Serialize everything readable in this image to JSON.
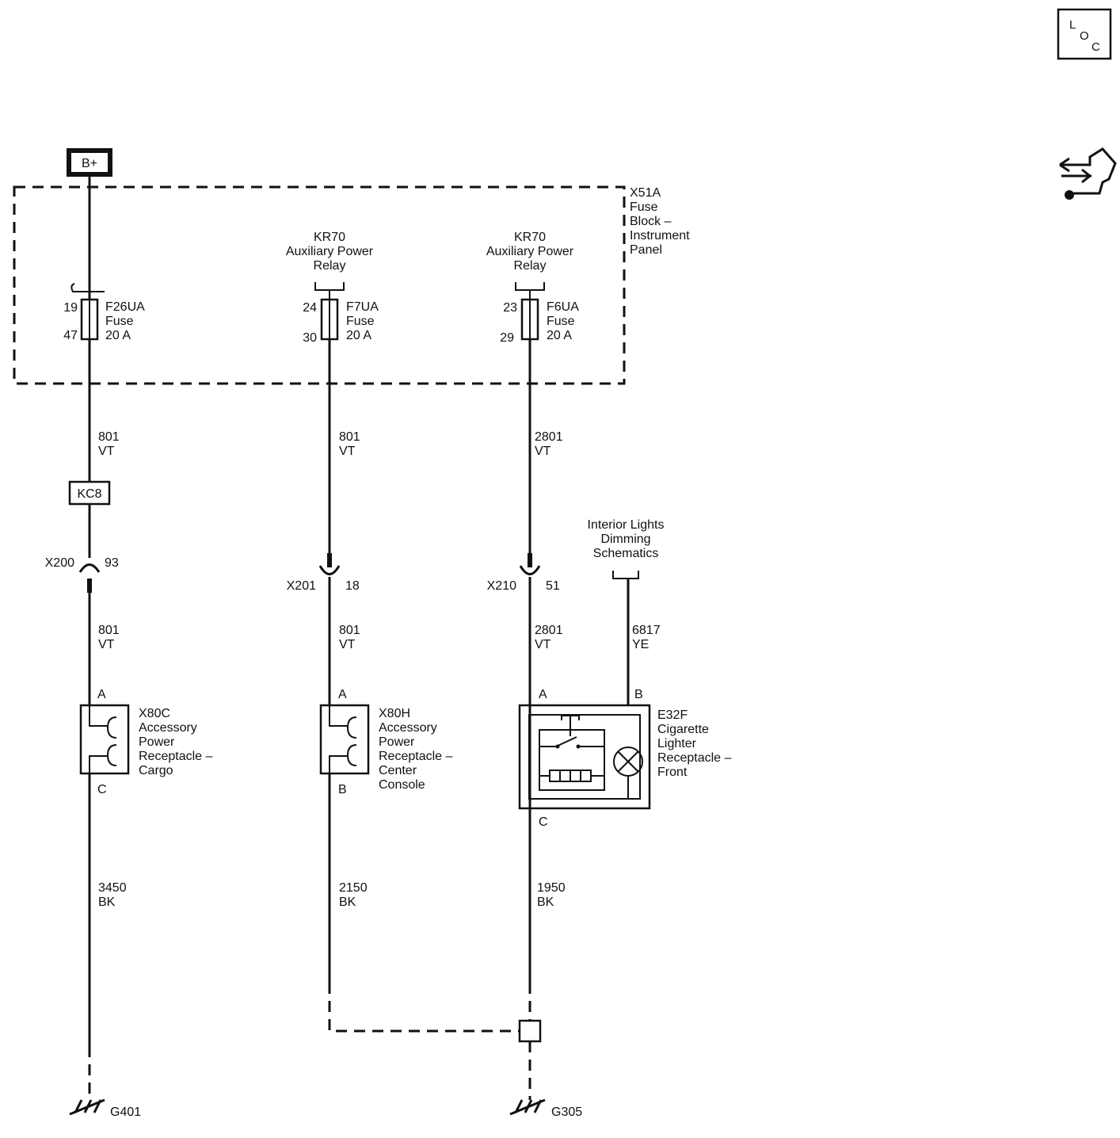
{
  "power_source": {
    "label": "B+"
  },
  "loc_badge": {
    "letters": [
      "L",
      "O",
      "C"
    ]
  },
  "icons": {
    "loc": "loc-icon",
    "connector_repair": "connector-repair-icon"
  },
  "fuse_block": {
    "label_lines": [
      "X51A",
      "Fuse",
      "Block –",
      "Instrument",
      "Panel"
    ]
  },
  "relays": [
    {
      "lines": [
        "KR70",
        "Auxiliary Power",
        "Relay"
      ]
    },
    {
      "lines": [
        "KR70",
        "Auxiliary Power",
        "Relay"
      ]
    }
  ],
  "fuses": [
    {
      "pin_in": "19",
      "pin_out": "47",
      "lines": [
        "F26UA",
        "Fuse",
        "20 A"
      ]
    },
    {
      "pin_in": "24",
      "pin_out": "30",
      "lines": [
        "F7UA",
        "Fuse",
        "20 A"
      ]
    },
    {
      "pin_in": "23",
      "pin_out": "29",
      "lines": [
        "F6UA",
        "Fuse",
        "20 A"
      ]
    }
  ],
  "splice": {
    "label": "KC8"
  },
  "inline_connectors": [
    {
      "name": "X200",
      "pin": "93"
    },
    {
      "name": "X201",
      "pin": "18"
    },
    {
      "name": "X210",
      "pin": "51"
    }
  ],
  "wires": {
    "c1_upper": {
      "circuit": "801",
      "color": "VT"
    },
    "c2_upper": {
      "circuit": "801",
      "color": "VT"
    },
    "c3_upper": {
      "circuit": "2801",
      "color": "VT"
    },
    "c1_mid": {
      "circuit": "801",
      "color": "VT"
    },
    "c2_mid": {
      "circuit": "801",
      "color": "VT"
    },
    "c3_mid": {
      "circuit": "2801",
      "color": "VT"
    },
    "dimming": {
      "circuit": "6817",
      "color": "YE"
    },
    "c1_ground": {
      "circuit": "3450",
      "color": "BK"
    },
    "c2_ground": {
      "circuit": "2150",
      "color": "BK"
    },
    "c3_ground": {
      "circuit": "1950",
      "color": "BK"
    }
  },
  "dimming_ref": {
    "lines": [
      "Interior Lights",
      "Dimming",
      "Schematics"
    ]
  },
  "components": [
    {
      "pin_top": "A",
      "pin_bottom": "C",
      "lines": [
        "X80C",
        "Accessory",
        "Power",
        "Receptacle –",
        "Cargo"
      ]
    },
    {
      "pin_top": "A",
      "pin_bottom": "B",
      "lines": [
        "X80H",
        "Accessory",
        "Power",
        "Receptacle –",
        "Center",
        "Console"
      ]
    },
    {
      "pin_a": "A",
      "pin_b": "B",
      "pin_c": "C",
      "lines": [
        "E32F",
        "Cigarette",
        "Lighter",
        "Receptacle –",
        "Front"
      ]
    }
  ],
  "grounds": [
    {
      "label": "G401"
    },
    {
      "label": "G305"
    }
  ]
}
